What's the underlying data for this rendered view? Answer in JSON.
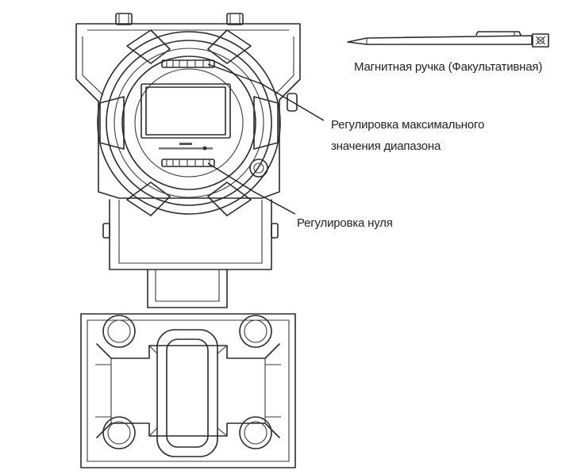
{
  "labels": {
    "magnetic_pen": "Магнитная  ручка (Факультативная)",
    "span_adjust_line1": "Регулировка максимального",
    "span_adjust_line2": "значения диапазона",
    "zero_adjust": "Регулировка нуля"
  },
  "colors": {
    "line": "#2b2b2b",
    "text": "#222222",
    "background": "#ffffff"
  }
}
